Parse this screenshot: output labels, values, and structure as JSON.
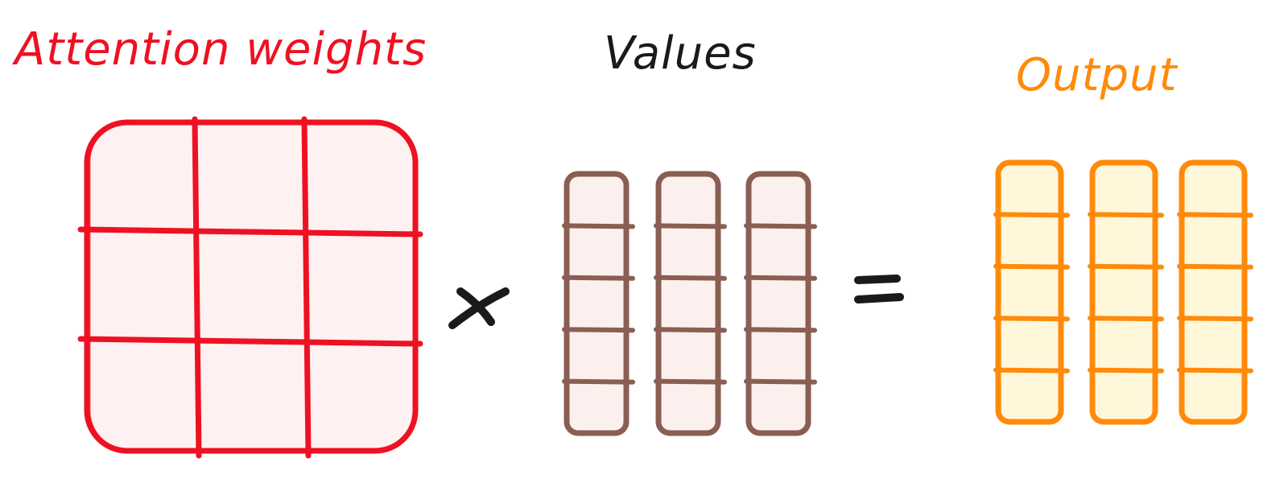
{
  "labels": {
    "attention_weights": "Attention weights",
    "values": "Values",
    "output": "Output"
  },
  "attention_matrix": {
    "rows": 3,
    "cols": 3,
    "stroke_color": "#ee1122",
    "fill_color": "#fdf1f1"
  },
  "values_matrix": {
    "columns": 3,
    "rows": 5,
    "stroke_color": "#8a5e52",
    "fill_color": "#fbf0ee"
  },
  "output_matrix": {
    "columns": 3,
    "rows": 5,
    "stroke_color": "#ff8a0a",
    "fill_color": "#fef7da"
  },
  "colors": {
    "attention_label": "#ee1122",
    "values_label": "#1a1a1a",
    "output_label": "#ff8a0a",
    "operator": "#1a1a1a"
  },
  "operators": {
    "multiply_icon": "multiply-icon",
    "equals_icon": "equals-icon"
  }
}
